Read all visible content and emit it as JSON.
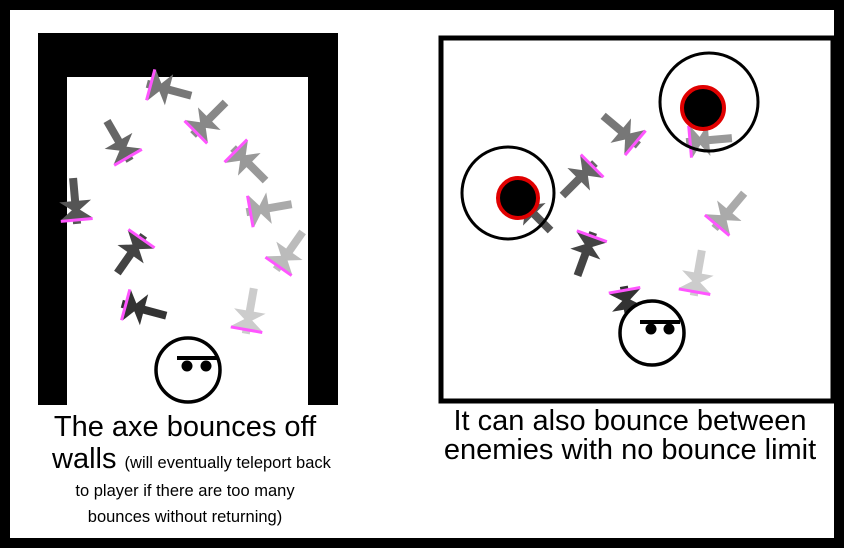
{
  "panels": {
    "left": {
      "caption_title": "The axe bounces off",
      "caption_line2_large": "walls",
      "caption_line2_small": "(will eventually teleport back",
      "caption_line3": "to player if there are too many",
      "caption_line4": "bounces without returning)"
    },
    "right": {
      "caption_line1": "It can also bounce between",
      "caption_line2": "enemies with no bounce limit"
    }
  },
  "colors": {
    "background": "#000000",
    "panel": "#ffffff",
    "axe_highlight": "#ff55ff",
    "enemy_ring": "#e00000",
    "player": "#000000"
  },
  "icons": {
    "player": "player-face-icon",
    "enemy": "enemy-icon",
    "axe": "axe-icon"
  }
}
